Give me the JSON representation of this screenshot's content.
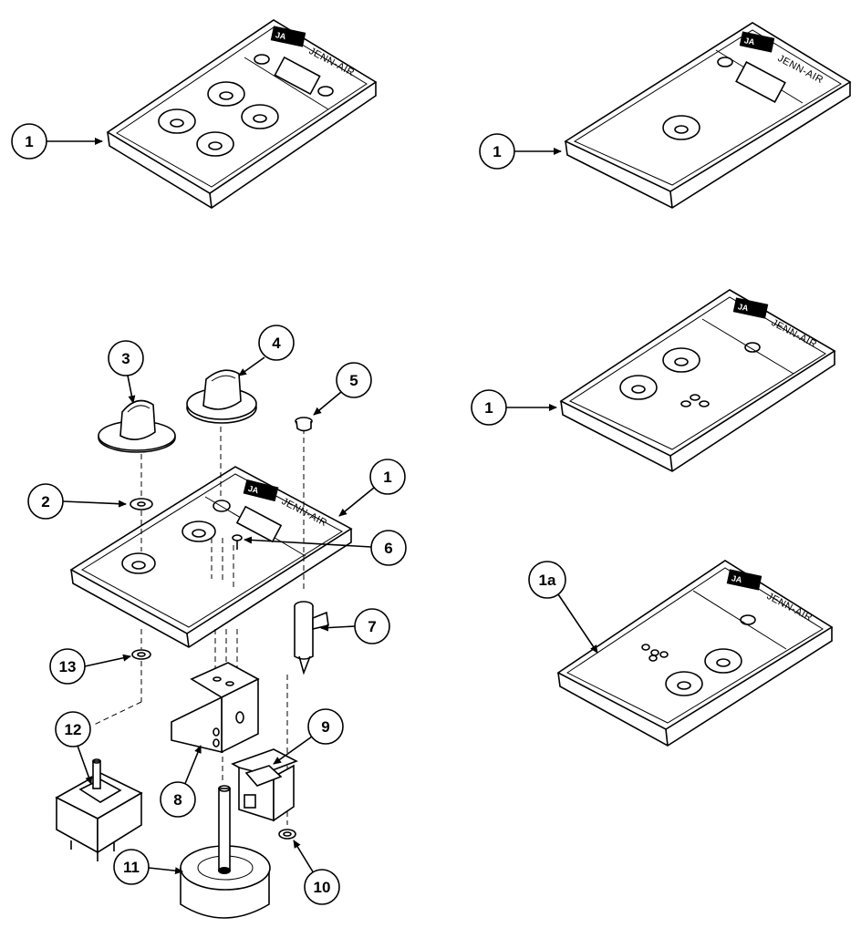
{
  "brand": {
    "logo": "JA",
    "name": "JENN-AIR"
  },
  "callouts": [
    {
      "id": "c1-top-left",
      "label": "1"
    },
    {
      "id": "c1-top-right",
      "label": "1"
    },
    {
      "id": "c1-mid-right",
      "label": "1"
    },
    {
      "id": "c1a",
      "label": "1a"
    },
    {
      "id": "c1-exploded",
      "label": "1"
    },
    {
      "id": "c2",
      "label": "2"
    },
    {
      "id": "c3",
      "label": "3"
    },
    {
      "id": "c4",
      "label": "4"
    },
    {
      "id": "c5",
      "label": "5"
    },
    {
      "id": "c6",
      "label": "6"
    },
    {
      "id": "c7",
      "label": "7"
    },
    {
      "id": "c8",
      "label": "8"
    },
    {
      "id": "c9",
      "label": "9"
    },
    {
      "id": "c10",
      "label": "10"
    },
    {
      "id": "c11",
      "label": "11"
    },
    {
      "id": "c12",
      "label": "12"
    },
    {
      "id": "c13",
      "label": "13"
    }
  ]
}
